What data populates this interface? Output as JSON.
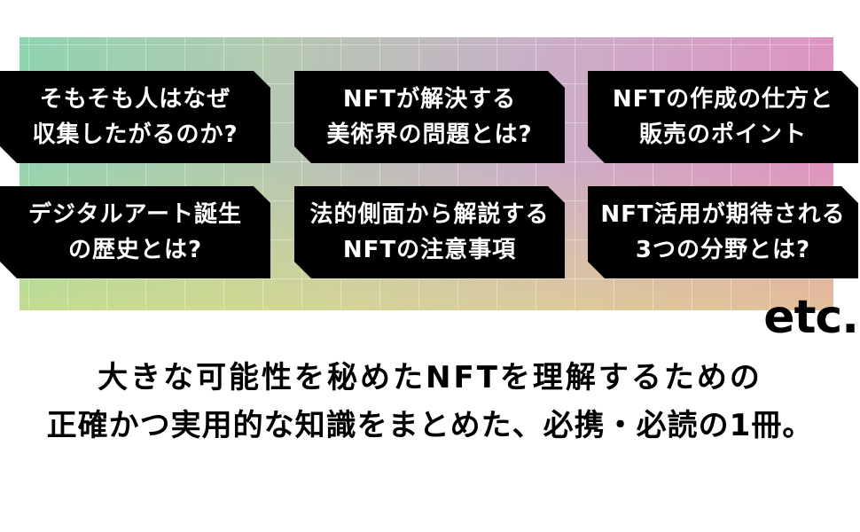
{
  "cards": [
    {
      "line1": "そもそも人はなぜ",
      "line2": "収集したがるのか?"
    },
    {
      "line1": "NFTが解決する",
      "line2": "美術界の問題とは?"
    },
    {
      "line1": "NFTの作成の仕方と",
      "line2": "販売のポイント"
    },
    {
      "line1": "デジタルアート誕生",
      "line2": "の歴史とは?"
    },
    {
      "line1": "法的側面から解説する",
      "line2": "NFTの注意事項"
    },
    {
      "line1": "NFT活用が期待される",
      "line2": "3つの分野とは?"
    }
  ],
  "etc": "etc.",
  "summary": {
    "line1": "大きな可能性を秘めたNFTを理解するための",
    "line2": "正確かつ実用的な知識をまとめた、必携・必読の1冊。"
  },
  "colors": {
    "gradient_start": "#8fd3b0",
    "gradient_end": "#e08fc0",
    "card_background": "#000000",
    "card_text": "#ffffff"
  }
}
